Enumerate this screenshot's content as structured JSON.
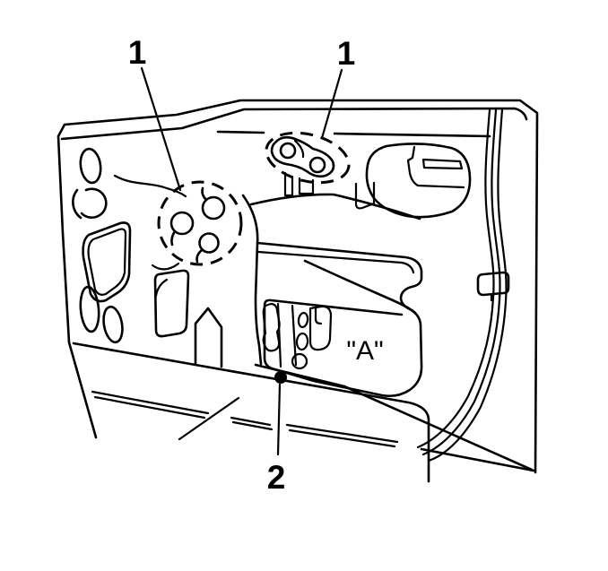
{
  "diagram": {
    "description": "Front door inner panel service illustration",
    "background_color": "#ffffff",
    "line_color": "#000000",
    "callouts": {
      "left_bolt_group": {
        "label": "1"
      },
      "top_bolt_group": {
        "label": "1"
      },
      "glass_marker": {
        "label": "2"
      },
      "access_hole": {
        "label": "\"A\""
      }
    }
  }
}
